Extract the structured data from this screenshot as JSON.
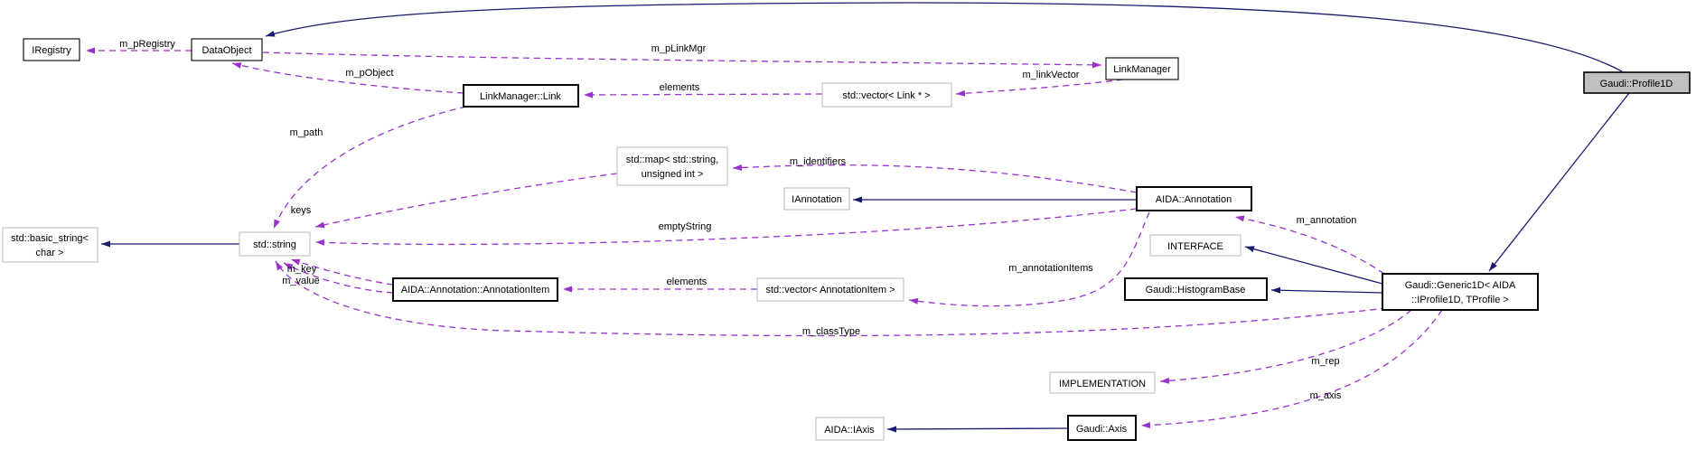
{
  "colors": {
    "inheritance_edge": "#191970",
    "usage_edge": "#9932cc",
    "current_node_fill": "#bfbfbf",
    "node_border": "#000000",
    "external_node_border": "#bebebe"
  },
  "nodes": {
    "iregistry": {
      "label": "IRegistry"
    },
    "dataobject": {
      "label": "DataObject"
    },
    "linkmanager_link": {
      "label": "LinkManager::Link"
    },
    "vector_link": {
      "label": "std::vector< Link * >"
    },
    "linkmanager": {
      "label": "LinkManager"
    },
    "profile1d": {
      "label": "Gaudi::Profile1D"
    },
    "map_string_uint": {
      "lines": [
        "std::map< std::string,",
        "unsigned int >"
      ]
    },
    "iannotation": {
      "label": "IAnnotation"
    },
    "annotation": {
      "label": "AIDA::Annotation"
    },
    "interface": {
      "label": "INTERFACE"
    },
    "histogrambase": {
      "label": "Gaudi::HistogramBase"
    },
    "generic1d": {
      "lines": [
        "Gaudi::Generic1D< AIDA",
        "::IProfile1D, TProfile >"
      ]
    },
    "basic_string": {
      "lines": [
        "std::basic_string<",
        "char >"
      ]
    },
    "string": {
      "label": "std::string"
    },
    "annotationitem": {
      "label": "AIDA::Annotation::AnnotationItem"
    },
    "vector_annotationitem": {
      "label": "std::vector< AnnotationItem >"
    },
    "implementation": {
      "label": "IMPLEMENTATION"
    },
    "iaxis": {
      "label": "AIDA::IAxis"
    },
    "axis": {
      "label": "Gaudi::Axis"
    }
  },
  "edges": {
    "m_pRegistry": "m_pRegistry",
    "m_pLinkMgr": "m_pLinkMgr",
    "m_linkVector": "m_linkVector",
    "elements_links": "elements",
    "m_pObject": "m_pObject",
    "m_path": "m_path",
    "m_identifiers": "m_identifiers",
    "keys": "keys",
    "emptyString": "emptyString",
    "m_key": "m_key",
    "m_value": "m_value",
    "elements_items": "elements",
    "m_annotationItems": "m_annotationItems",
    "m_annotation": "m_annotation",
    "m_classType": "m_classType",
    "m_rep": "m_rep",
    "m_axis": "m_axis"
  }
}
